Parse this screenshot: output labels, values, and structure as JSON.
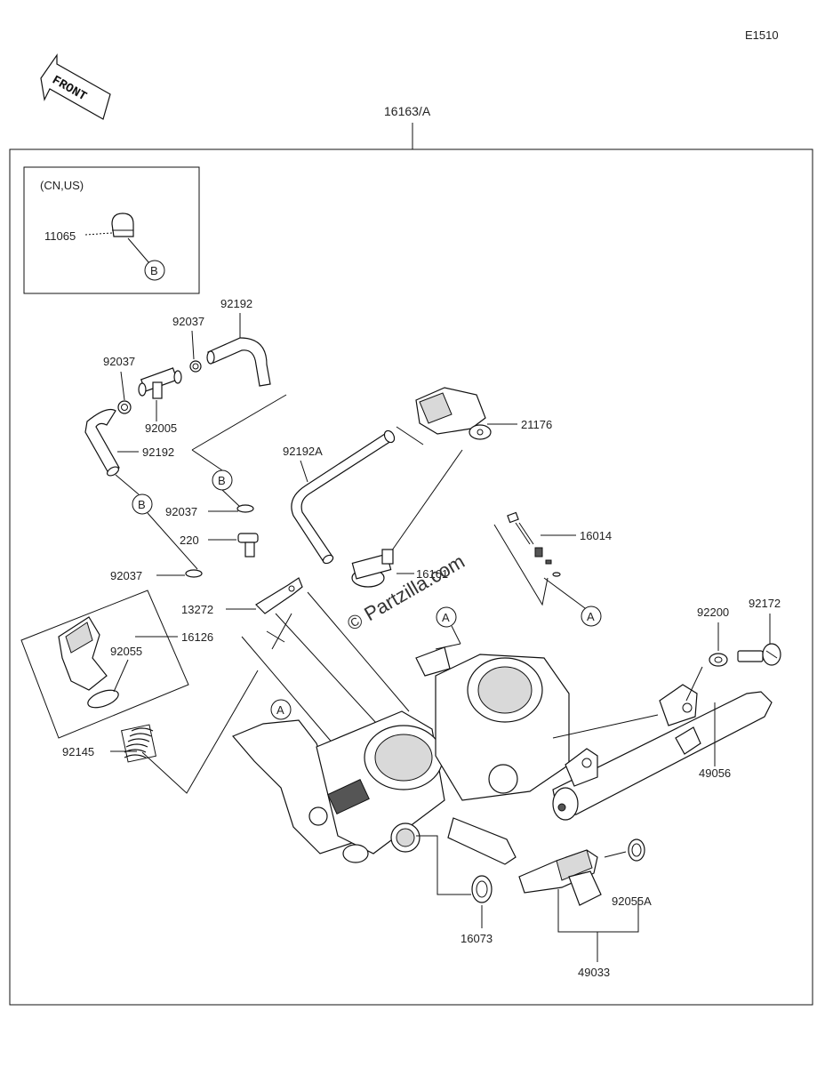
{
  "diagram_code": "E1510",
  "direction_label": "FRONT",
  "assembly_label": "16163/A",
  "region_note": "(CN,US)",
  "watermark": "© Partzilla.com",
  "callouts": {
    "a1": "A",
    "a2": "A",
    "a3": "A",
    "b1": "B",
    "b2": "B",
    "b3": "B"
  },
  "parts": {
    "p11065": "11065",
    "p92192_top": "92192",
    "p92037_top": "92037",
    "p92037_left": "92037",
    "p92005": "92005",
    "p92192_left": "92192",
    "p92192A": "92192A",
    "p21176": "21176",
    "p92037_mid": "92037",
    "p220": "220",
    "p16014": "16014",
    "p92037_low": "92037",
    "p13272": "13272",
    "p16161": "16161",
    "p16126": "16126",
    "p92055": "92055",
    "p92200": "92200",
    "p92172": "92172",
    "p92145": "92145",
    "p49056": "49056",
    "p92055A": "92055A",
    "p16073": "16073",
    "p49033": "49033"
  }
}
